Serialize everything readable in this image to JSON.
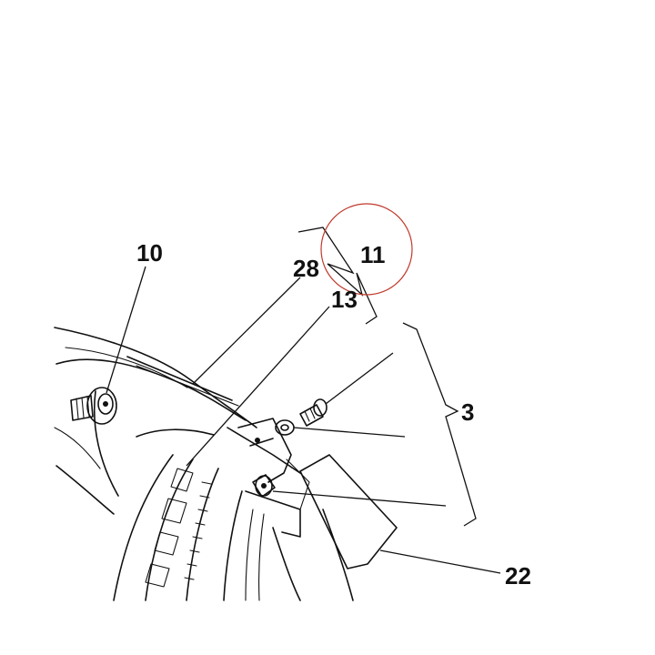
{
  "callouts": {
    "c10": "10",
    "c28": "28",
    "c11": "11",
    "c13": "13",
    "c3": "3",
    "c22": "22"
  },
  "highlight_color": "#c0392b",
  "line_color": "#111111"
}
